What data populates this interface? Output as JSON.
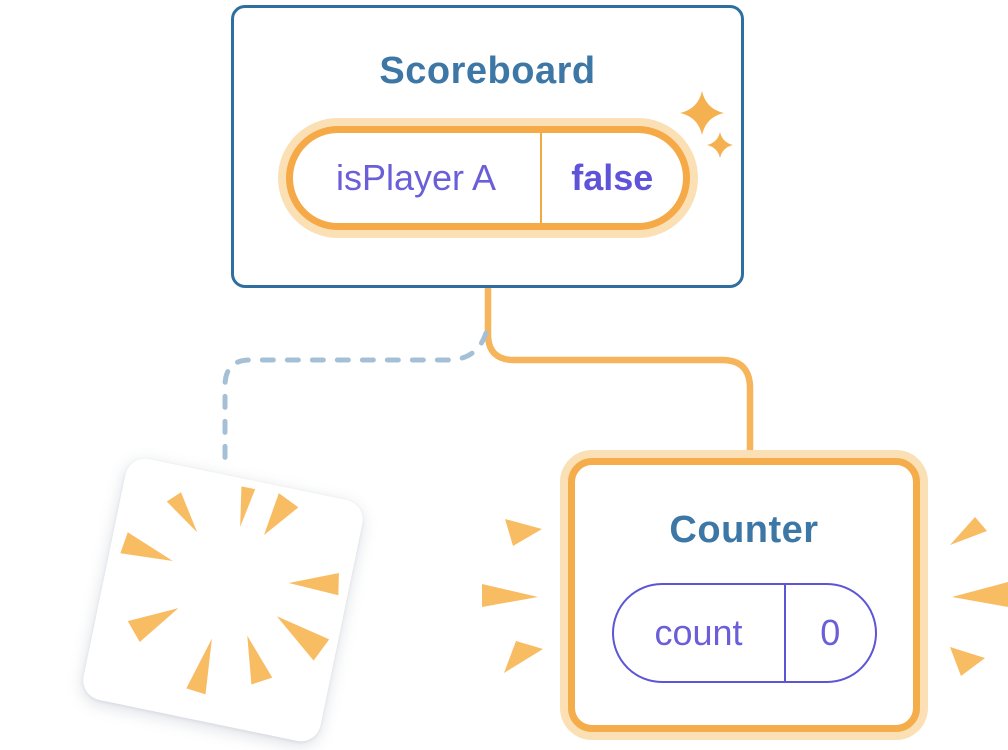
{
  "diagram": {
    "scoreboard": {
      "title": "Scoreboard",
      "state": {
        "key": "isPlayer A",
        "value": "false"
      }
    },
    "counter": {
      "title": "Counter",
      "state": {
        "key": "count",
        "value": "0"
      }
    },
    "icons": {
      "sparkles": "sparkles-icon",
      "explosion": "explosion-burst-icon",
      "emphasis_left": "emphasis-burst-left-icon",
      "emphasis_right": "emphasis-burst-right-icon"
    },
    "colors": {
      "background": "#FFFFFF",
      "card_border_blue": "#2F6F9F",
      "title_text_blue": "#3D77A6",
      "state_text_purple": "#6A5FD8",
      "pill_ring_orange": "#F5A947",
      "pill_glow_peach": "#FAE0B4",
      "pill_border_purple": "#5C55D6",
      "connector_solid_orange": "#F6B45B",
      "connector_dashed_blue": "#A5C0D6",
      "burst_orange": "#F8BC63",
      "sparkle_orange": "#F5B04F"
    }
  }
}
